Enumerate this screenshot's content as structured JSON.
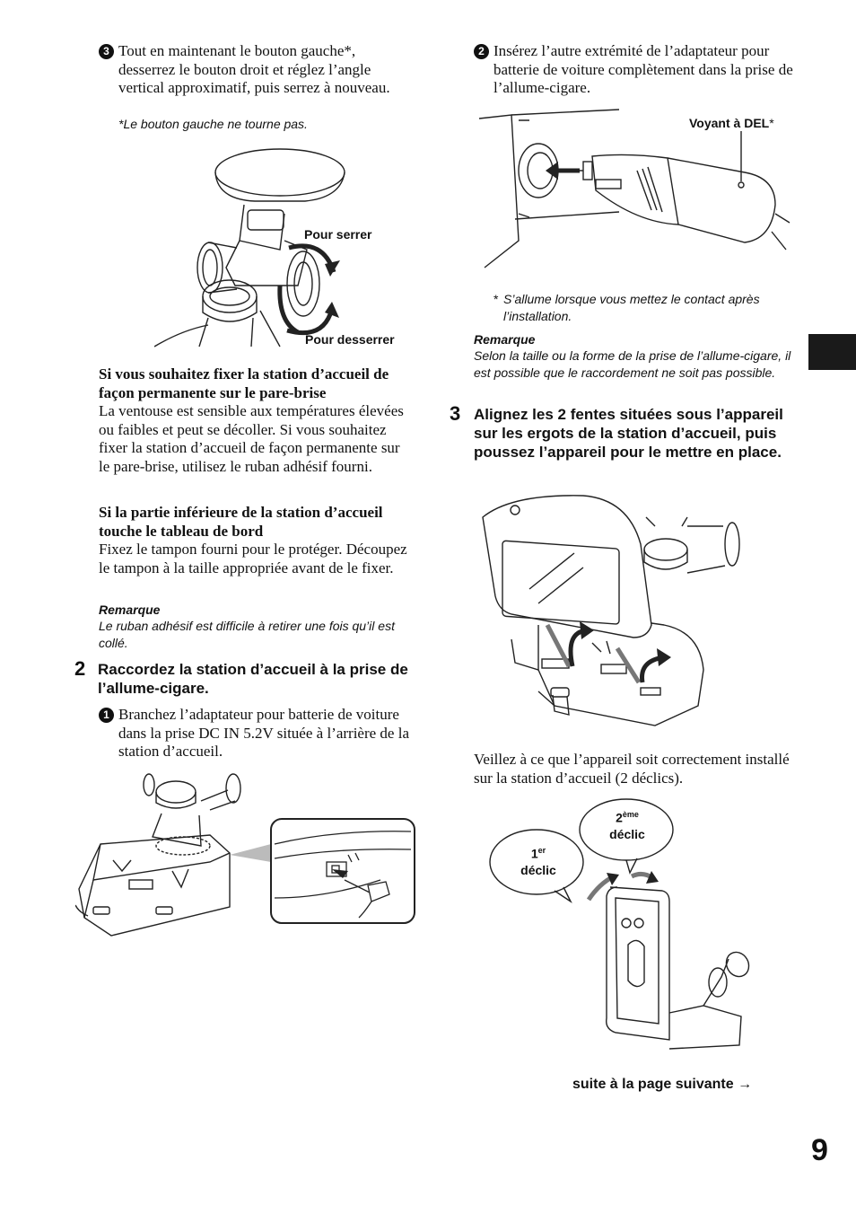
{
  "left": {
    "step_c_num": "3",
    "step_c_text": "Tout en maintenant le bouton gauche*, desserrez le bouton droit et réglez l’angle vertical approximatif, puis serrez à nouveau.",
    "step_c_footnote": "*Le bouton gauche ne tourne pas.",
    "fig1_label_tighten": "Pour serrer",
    "fig1_label_loosen": "Pour desserrer",
    "sec1_title": "Si vous souhaitez fixer la station d’accueil de façon permanente sur le pare-brise",
    "sec1_body": "La ventouse est sensible aux températures élevées ou faibles et peut se décoller. Si vous souhaitez fixer la station d’accueil de façon permanente sur le pare-brise, utilisez le ruban adhésif fourni.",
    "sec2_title": "Si la partie inférieure de la station d’accueil touche le tableau de bord",
    "sec2_body": "Fixez le tampon fourni pour le protéger. Découpez le tampon à la taille appropriée avant de le fixer.",
    "note1_head": "Remarque",
    "note1_body": "Le ruban adhésif est difficile à retirer une fois qu’il est collé.",
    "step2_num": "2",
    "step2_head": "Raccordez la station d’accueil à la prise de l’allume-cigare.",
    "step2a_num": "1",
    "step2a_text": "Branchez l’adaptateur pour batterie de voiture dans la prise DC IN 5.2V située à l’arrière de la station d’accueil."
  },
  "right": {
    "step2b_num": "2",
    "step2b_text": "Insérez l’autre extrémité de l’adaptateur pour batterie de voiture complètement dans la prise de l’allume-cigare.",
    "fig_led_label": "Voyant à DEL",
    "fig_led_star": "*",
    "led_footnote_star": "*",
    "led_footnote": "S’allume lorsque vous mettez le contact après l’installation.",
    "note2_head": "Remarque",
    "note2_body": "Selon la taille ou la forme de la prise de l’allume-cigare, il est possible que le raccordement ne soit pas possible.",
    "step3_num": "3",
    "step3_head": "Alignez les 2 fentes situées sous l’appareil sur les ergots de la station d’accueil, puis poussez l’appareil pour le mettre en place.",
    "step3_body": "Veillez à ce que l’appareil soit correctement installé sur la station d’accueil (2 déclics).",
    "bubble1_num": "1",
    "bubble1_sup": "er",
    "bubble1_word": "déclic",
    "bubble2_num": "2",
    "bubble2_sup": "ème",
    "bubble2_word": "déclic"
  },
  "footer": {
    "continue": "suite à la page suivante",
    "arrow": "→",
    "page_number": "9"
  }
}
